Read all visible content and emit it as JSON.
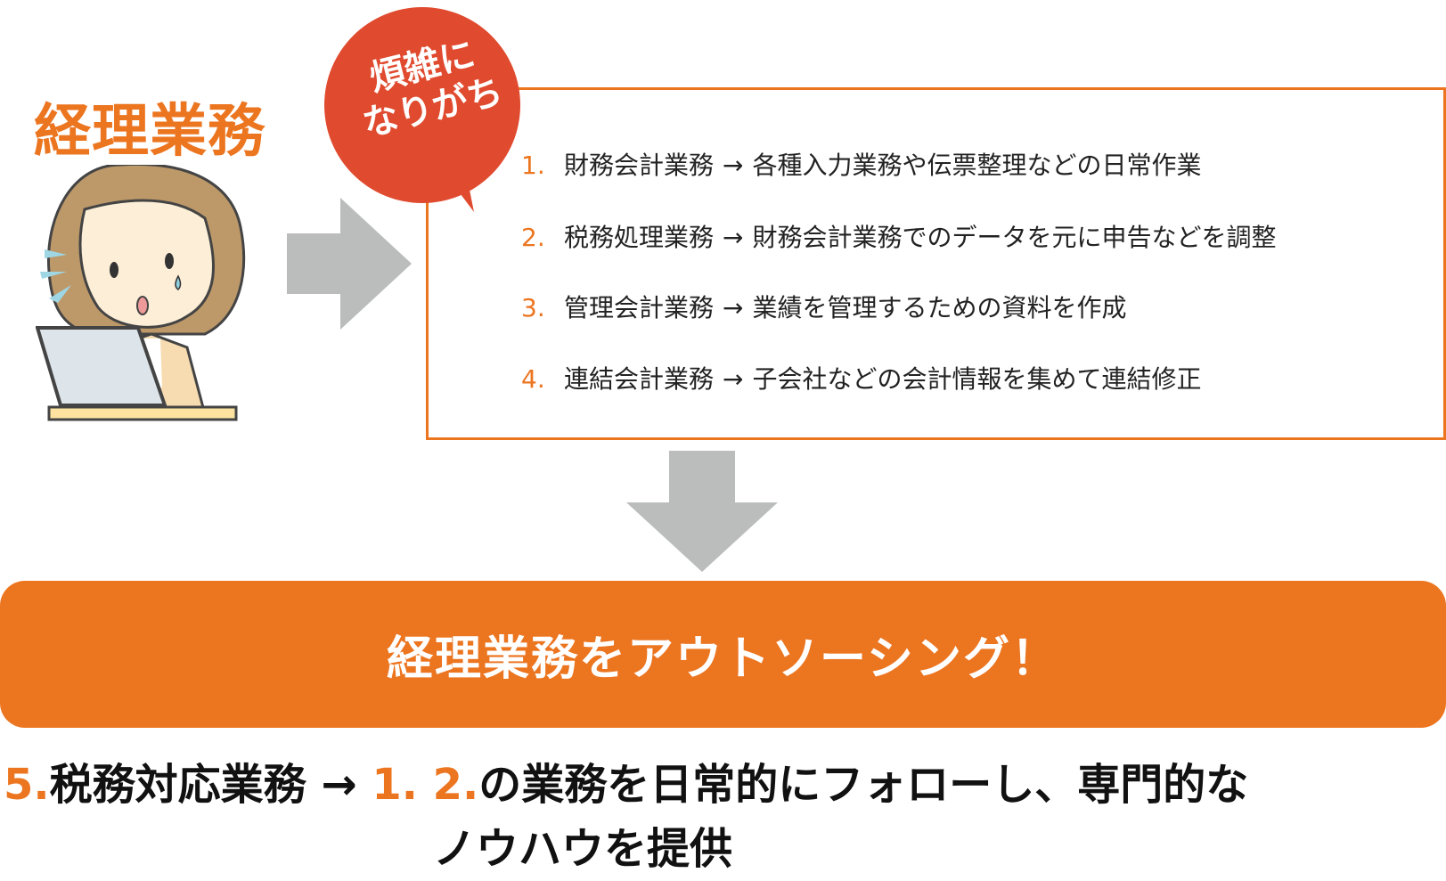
{
  "title": "経理業務",
  "bubble": {
    "line1": "煩雑に",
    "line2": "なりがち"
  },
  "arrow_symbol": "→",
  "items": [
    {
      "num": "1.",
      "label": "財務会計業務",
      "desc": "各種入力業務や伝票整理などの日常作業"
    },
    {
      "num": "2.",
      "label": "税務処理業務",
      "desc": "財務会計業務でのデータを元に申告などを調整"
    },
    {
      "num": "3.",
      "label": "管理会計業務",
      "desc": "業績を管理するための資料を作成"
    },
    {
      "num": "4.",
      "label": "連結会計業務",
      "desc": "子会社などの会計情報を集めて連結修正"
    }
  ],
  "banner": "経理業務をアウトソーシング！",
  "bottom": {
    "num": "5.",
    "label": "税務対応業務",
    "refs": "1. 2.",
    "text1": "の業務を日常的にフォローし、専門的な",
    "text2": "ノウハウを提供"
  },
  "colors": {
    "accent": "#ec7520",
    "bubble": "#e04a2e",
    "arrow": "#bbbcbc"
  }
}
